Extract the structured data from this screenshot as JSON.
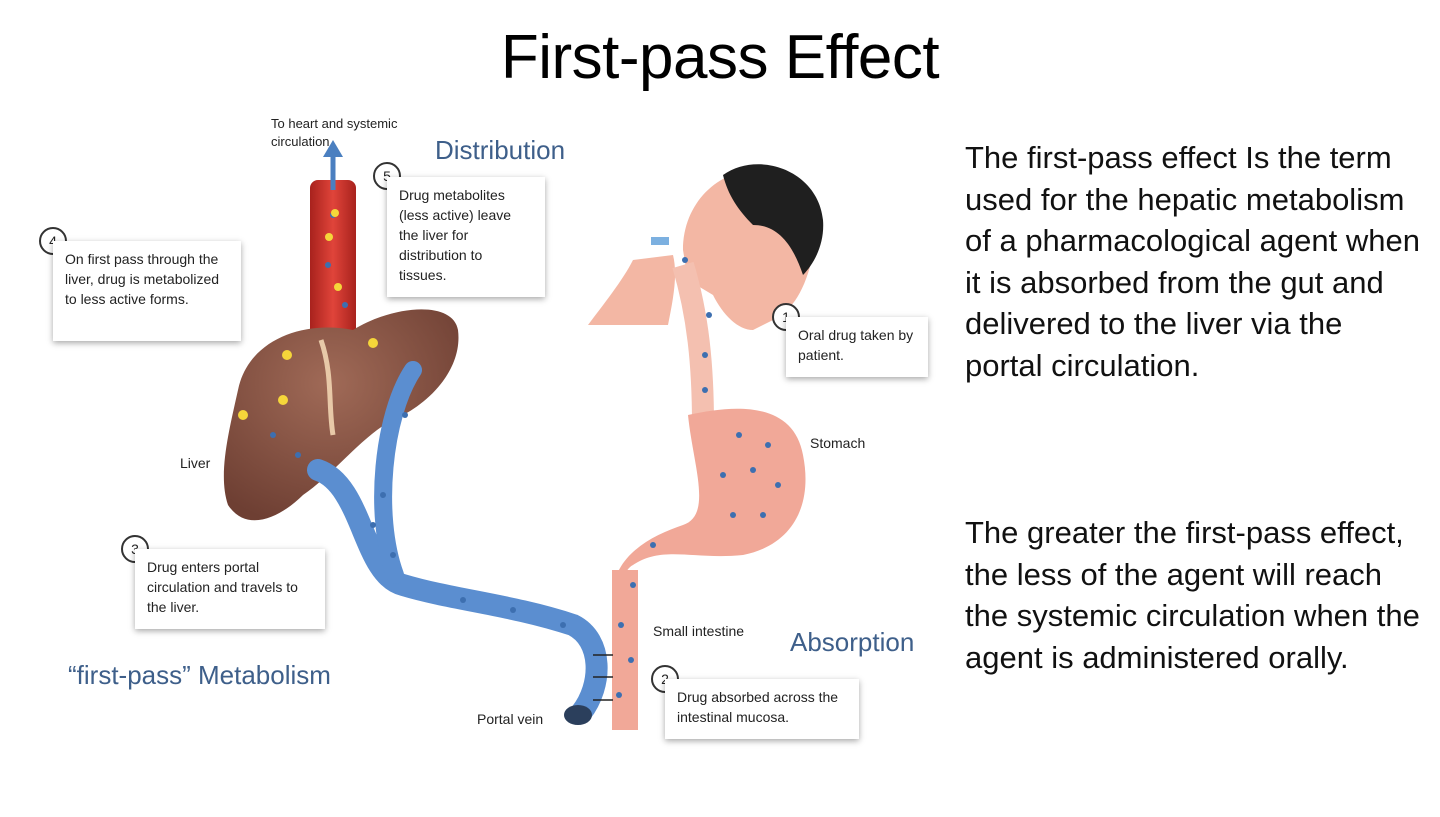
{
  "title": "First-pass Effect",
  "diagram": {
    "top_label": "To heart and systemic circulation",
    "sections": {
      "distribution": "Distribution",
      "absorption": "Absorption",
      "metabolism": "“first-pass” Metabolism"
    },
    "steps": [
      {
        "num": "1",
        "text": "Oral drug taken by patient."
      },
      {
        "num": "2",
        "text": "Drug absorbed across the intestinal mucosa."
      },
      {
        "num": "3",
        "text": "Drug enters portal circulation and travels to the liver."
      },
      {
        "num": "4",
        "text": "On first pass through the liver, drug is metabolized to less active forms."
      },
      {
        "num": "5",
        "text": "Drug metabolites (less active) leave the liver for distribution to tissues."
      }
    ],
    "organ_labels": {
      "liver": "Liver",
      "stomach": "Stomach",
      "small_intestine": "Small intestine",
      "portal_vein": "Portal vein"
    }
  },
  "description": [
    "The first-pass effect Is the term used for the hepatic metabolism of a pharmacological agent when it is absorbed from the gut and delivered to the liver via the portal circulation.",
    "The greater the first-pass effect, the less of the agent will reach the systemic circulation when the agent is administered orally."
  ],
  "colors": {
    "section_heading": "#3e5f8a",
    "liver": "#8b5a4a",
    "vessel": "#c8322b",
    "portal_vein": "#5b8ed0",
    "gut": "#f1a898",
    "drug_dot": "#3d6fb0",
    "metabolite_star": "#f5d63a"
  },
  "icons": {
    "up_arrow": "arrow-up-icon",
    "step_marker": "numbered-circle-icon"
  }
}
